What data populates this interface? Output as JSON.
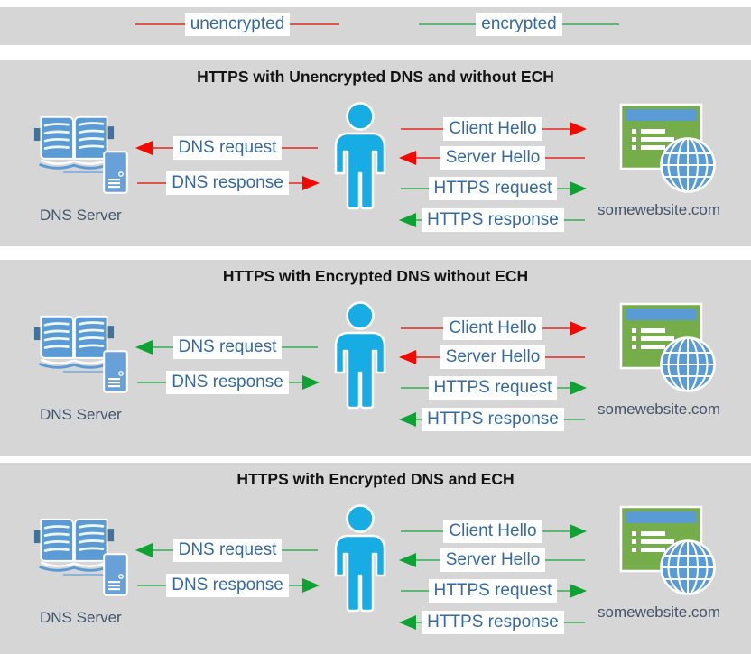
{
  "colors": {
    "panel_background": "#d6d6d6",
    "unencrypted_line": "#e0544e",
    "unencrypted_arrowhead": "#f20a00",
    "encrypted_line": "#5db873",
    "encrypted_arrowhead": "#0da232",
    "arrow_label_text": "#36699e",
    "caption_text": "#44546a",
    "person_blue": "#17ace4",
    "icon_blue": "#5b9bd5",
    "website_green": "#76ad4b"
  },
  "legend": {
    "items": [
      {
        "label": "unencrypted",
        "style": "unencrypted"
      },
      {
        "label": "encrypted",
        "style": "encrypted"
      }
    ]
  },
  "panels": [
    {
      "title": "HTTPS with Unencrypted DNS and without ECH",
      "dns_server_label": "DNS Server",
      "website_label": "somewebsite.com",
      "arrows": {
        "dns_request": {
          "label": "DNS request",
          "direction": "left",
          "encryption": "unencrypted"
        },
        "dns_response": {
          "label": "DNS response",
          "direction": "right",
          "encryption": "unencrypted"
        },
        "client_hello": {
          "label": "Client Hello",
          "direction": "right",
          "encryption": "unencrypted"
        },
        "server_hello": {
          "label": "Server Hello",
          "direction": "left",
          "encryption": "unencrypted"
        },
        "https_request": {
          "label": "HTTPS request",
          "direction": "right",
          "encryption": "encrypted"
        },
        "https_response": {
          "label": "HTTPS response",
          "direction": "left",
          "encryption": "encrypted"
        }
      }
    },
    {
      "title": "HTTPS with Encrypted DNS without ECH",
      "dns_server_label": "DNS Server",
      "website_label": "somewebsite.com",
      "arrows": {
        "dns_request": {
          "label": "DNS request",
          "direction": "left",
          "encryption": "encrypted"
        },
        "dns_response": {
          "label": "DNS response",
          "direction": "right",
          "encryption": "encrypted"
        },
        "client_hello": {
          "label": "Client Hello",
          "direction": "right",
          "encryption": "unencrypted"
        },
        "server_hello": {
          "label": "Server Hello",
          "direction": "left",
          "encryption": "unencrypted"
        },
        "https_request": {
          "label": "HTTPS request",
          "direction": "right",
          "encryption": "encrypted"
        },
        "https_response": {
          "label": "HTTPS response",
          "direction": "left",
          "encryption": "encrypted"
        }
      }
    },
    {
      "title": "HTTPS with Encrypted DNS and ECH",
      "dns_server_label": "DNS Server",
      "website_label": "somewebsite.com",
      "arrows": {
        "dns_request": {
          "label": "DNS request",
          "direction": "left",
          "encryption": "encrypted"
        },
        "dns_response": {
          "label": "DNS response",
          "direction": "right",
          "encryption": "encrypted"
        },
        "client_hello": {
          "label": "Client Hello",
          "direction": "right",
          "encryption": "encrypted"
        },
        "server_hello": {
          "label": "Server Hello",
          "direction": "left",
          "encryption": "encrypted"
        },
        "https_request": {
          "label": "HTTPS request",
          "direction": "right",
          "encryption": "encrypted"
        },
        "https_response": {
          "label": "HTTPS response",
          "direction": "left",
          "encryption": "encrypted"
        }
      }
    }
  ]
}
